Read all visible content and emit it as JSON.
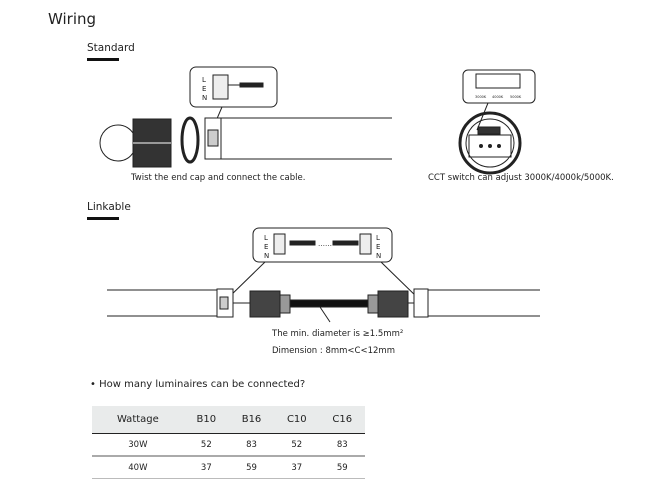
{
  "title": "Wiring",
  "standard": {
    "heading": "Standard",
    "terminal_labels": [
      "L",
      "E",
      "N"
    ],
    "caption_left": "Twist the end cap and connect the cable.",
    "cct_labels": [
      "3000K",
      "4000K",
      "5000K"
    ],
    "caption_right": "CCT switch can adjust 3000K/4000k/5000K."
  },
  "linkable": {
    "heading": "Linkable",
    "terminal_labels": [
      "L",
      "E",
      "N"
    ],
    "note_diameter": "The min. diameter is ≥1.5mm²",
    "note_dimension": "Dimension : 8mm<C<12mm"
  },
  "question": "• How many luminaires can be connected?",
  "table": {
    "headers": [
      "Wattage",
      "B10",
      "B16",
      "C10",
      "C16"
    ],
    "rows": [
      [
        "30W",
        "52",
        "83",
        "52",
        "83"
      ],
      [
        "40W",
        "37",
        "59",
        "37",
        "59"
      ]
    ]
  }
}
